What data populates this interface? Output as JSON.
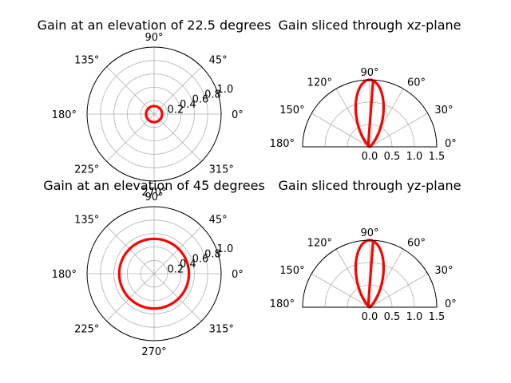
{
  "chart_data": [
    {
      "type": "polar",
      "title": "Gain at an elevation of 22.5 degrees",
      "angle_ticks": [
        "0°",
        "45°",
        "90°",
        "135°",
        "180°",
        "225°",
        "270°",
        "315°"
      ],
      "radial_ticks": [
        "0.2",
        "0.4",
        "0.6",
        "0.8",
        "1.0"
      ],
      "rlim": [
        0,
        1.0
      ],
      "thetalim": [
        0,
        360
      ],
      "grid": true,
      "series": [
        {
          "kind": "circle",
          "r": 0.12,
          "color": "#ff0000"
        }
      ]
    },
    {
      "type": "polar",
      "title": "Gain sliced through xz-plane",
      "angle_ticks": [
        "0°",
        "30°",
        "60°",
        "90°",
        "120°",
        "150°",
        "180°"
      ],
      "radial_ticks": [
        "0.0",
        "0.5",
        "1.0",
        "1.5"
      ],
      "rlim": [
        0,
        1.5
      ],
      "thetalim": [
        0,
        180
      ],
      "grid": true,
      "series": [
        {
          "kind": "lobe",
          "scale": 1.5,
          "tilt_deg": 87,
          "color": "#ff0000"
        }
      ]
    },
    {
      "type": "polar",
      "title": "Gain at an elevation of 45 degrees",
      "angle_ticks": [
        "0°",
        "45°",
        "90°",
        "135°",
        "180°",
        "225°",
        "270°",
        "315°"
      ],
      "radial_ticks": [
        "0.2",
        "0.4",
        "0.6",
        "0.8",
        "1.0"
      ],
      "rlim": [
        0,
        1.0
      ],
      "thetalim": [
        0,
        360
      ],
      "grid": true,
      "series": [
        {
          "kind": "circle",
          "r": 0.52,
          "color": "#ff0000"
        }
      ]
    },
    {
      "type": "polar",
      "title": "Gain sliced through yz-plane",
      "angle_ticks": [
        "0°",
        "30°",
        "60°",
        "90°",
        "120°",
        "150°",
        "180°"
      ],
      "radial_ticks": [
        "0.0",
        "0.5",
        "1.0",
        "1.5"
      ],
      "rlim": [
        0,
        1.5
      ],
      "thetalim": [
        0,
        180
      ],
      "grid": true,
      "series": [
        {
          "kind": "lobe",
          "scale": 1.5,
          "tilt_deg": 87,
          "color": "#ff0000"
        }
      ]
    }
  ]
}
